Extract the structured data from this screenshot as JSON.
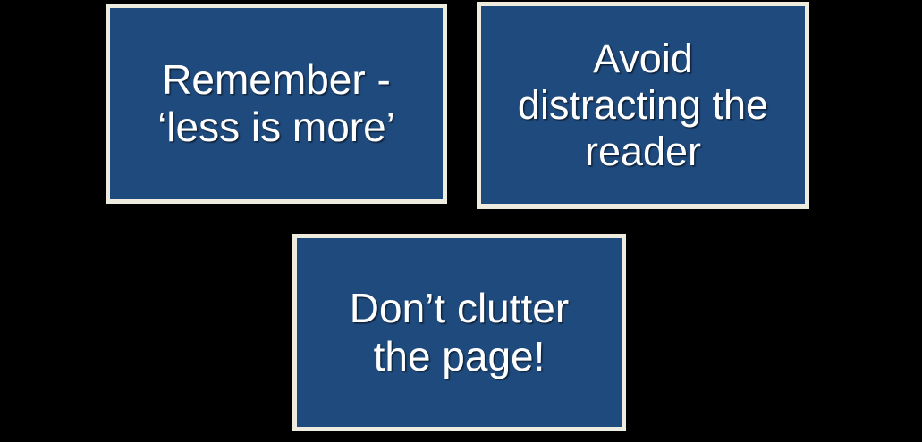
{
  "slide": {
    "background_color": "#000000",
    "box_fill_color": "#1F4A7D",
    "box_border_color": "#EEEBDF",
    "text_color": "#FFFFFF"
  },
  "boxes": [
    {
      "id": "remember-less-is-more",
      "text": "Remember -\n‘less is more’"
    },
    {
      "id": "avoid-distracting-the-reader",
      "text": "Avoid\ndistracting the\nreader"
    },
    {
      "id": "dont-clutter-the-page",
      "text": "Don’t clutter\nthe page!"
    }
  ]
}
